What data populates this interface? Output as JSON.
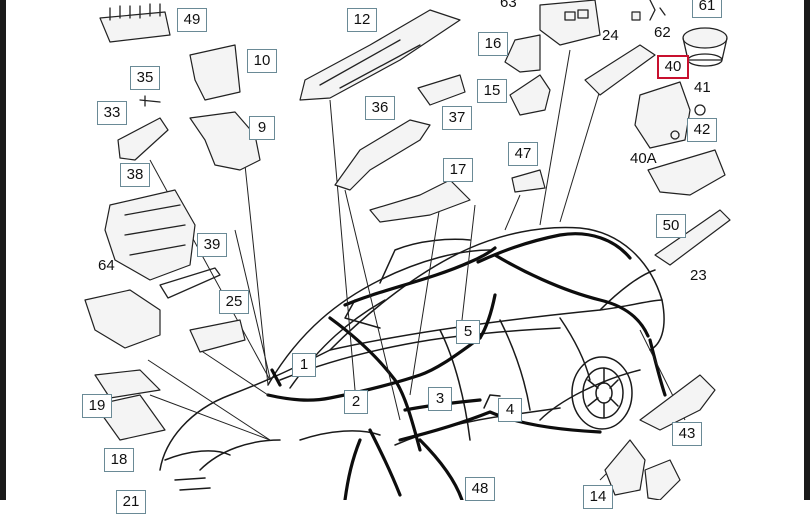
{
  "callouts": [
    {
      "id": "c49",
      "text": "49"
    },
    {
      "id": "c12",
      "text": "12"
    },
    {
      "id": "c63",
      "text": "63"
    },
    {
      "id": "c62",
      "text": "62"
    },
    {
      "id": "c61",
      "text": "61"
    },
    {
      "id": "c16",
      "text": "16"
    },
    {
      "id": "c24",
      "text": "24"
    },
    {
      "id": "c10",
      "text": "10"
    },
    {
      "id": "c35",
      "text": "35"
    },
    {
      "id": "c40",
      "text": "40",
      "highlighted": true
    },
    {
      "id": "c41",
      "text": "41"
    },
    {
      "id": "c15",
      "text": "15"
    },
    {
      "id": "c33",
      "text": "33"
    },
    {
      "id": "c36",
      "text": "36"
    },
    {
      "id": "c37",
      "text": "37"
    },
    {
      "id": "c9",
      "text": "9"
    },
    {
      "id": "c42",
      "text": "42"
    },
    {
      "id": "c47",
      "text": "47"
    },
    {
      "id": "c40A",
      "text": "40A"
    },
    {
      "id": "c38",
      "text": "38"
    },
    {
      "id": "c17",
      "text": "17"
    },
    {
      "id": "c50",
      "text": "50"
    },
    {
      "id": "c39",
      "text": "39"
    },
    {
      "id": "c23",
      "text": "23"
    },
    {
      "id": "c64",
      "text": "64"
    },
    {
      "id": "c25",
      "text": "25"
    },
    {
      "id": "c5",
      "text": "5"
    },
    {
      "id": "c1",
      "text": "1"
    },
    {
      "id": "c2",
      "text": "2"
    },
    {
      "id": "c3",
      "text": "3"
    },
    {
      "id": "c19",
      "text": "19"
    },
    {
      "id": "c4",
      "text": "4"
    },
    {
      "id": "c43",
      "text": "43"
    },
    {
      "id": "c18",
      "text": "18"
    },
    {
      "id": "c48",
      "text": "48"
    },
    {
      "id": "c14",
      "text": "14"
    },
    {
      "id": "c21",
      "text": "21"
    }
  ],
  "colors": {
    "callout_border": "#6a8a96",
    "highlight_border": "#c8102e",
    "line": "#222222"
  }
}
